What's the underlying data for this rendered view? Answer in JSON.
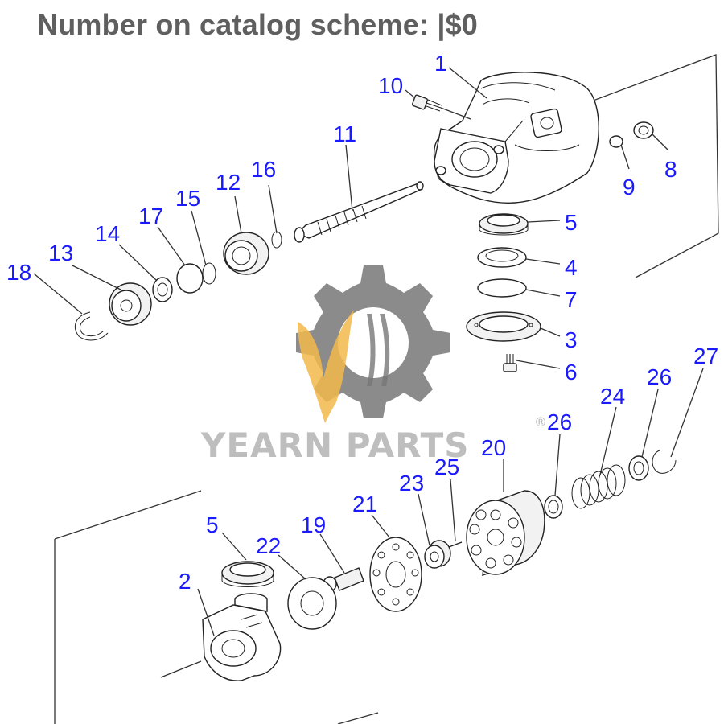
{
  "title": "Number on catalog scheme: |$0",
  "watermark": {
    "brand": "YEARN PARTS",
    "registered": "®",
    "gear_color": "#777777",
    "flame_color": "#f2b84b"
  },
  "callout_color": "#1a1aff",
  "callouts": [
    {
      "id": "c1",
      "label": "1"
    },
    {
      "id": "c10",
      "label": "10"
    },
    {
      "id": "c11",
      "label": "11"
    },
    {
      "id": "c16",
      "label": "16"
    },
    {
      "id": "c12",
      "label": "12"
    },
    {
      "id": "c15",
      "label": "15"
    },
    {
      "id": "c17",
      "label": "17"
    },
    {
      "id": "c14",
      "label": "14"
    },
    {
      "id": "c13",
      "label": "13"
    },
    {
      "id": "c18",
      "label": "18"
    },
    {
      "id": "c8",
      "label": "8"
    },
    {
      "id": "c9",
      "label": "9"
    },
    {
      "id": "c5a",
      "label": "5"
    },
    {
      "id": "c4",
      "label": "4"
    },
    {
      "id": "c7",
      "label": "7"
    },
    {
      "id": "c3",
      "label": "3"
    },
    {
      "id": "c6",
      "label": "6"
    },
    {
      "id": "c27",
      "label": "27"
    },
    {
      "id": "c26a",
      "label": "26"
    },
    {
      "id": "c24",
      "label": "24"
    },
    {
      "id": "c26b",
      "label": "26"
    },
    {
      "id": "c20",
      "label": "20"
    },
    {
      "id": "c25",
      "label": "25"
    },
    {
      "id": "c23",
      "label": "23"
    },
    {
      "id": "c21",
      "label": "21"
    },
    {
      "id": "c19",
      "label": "19"
    },
    {
      "id": "c22",
      "label": "22"
    },
    {
      "id": "c5b",
      "label": "5"
    },
    {
      "id": "c2",
      "label": "2"
    }
  ]
}
